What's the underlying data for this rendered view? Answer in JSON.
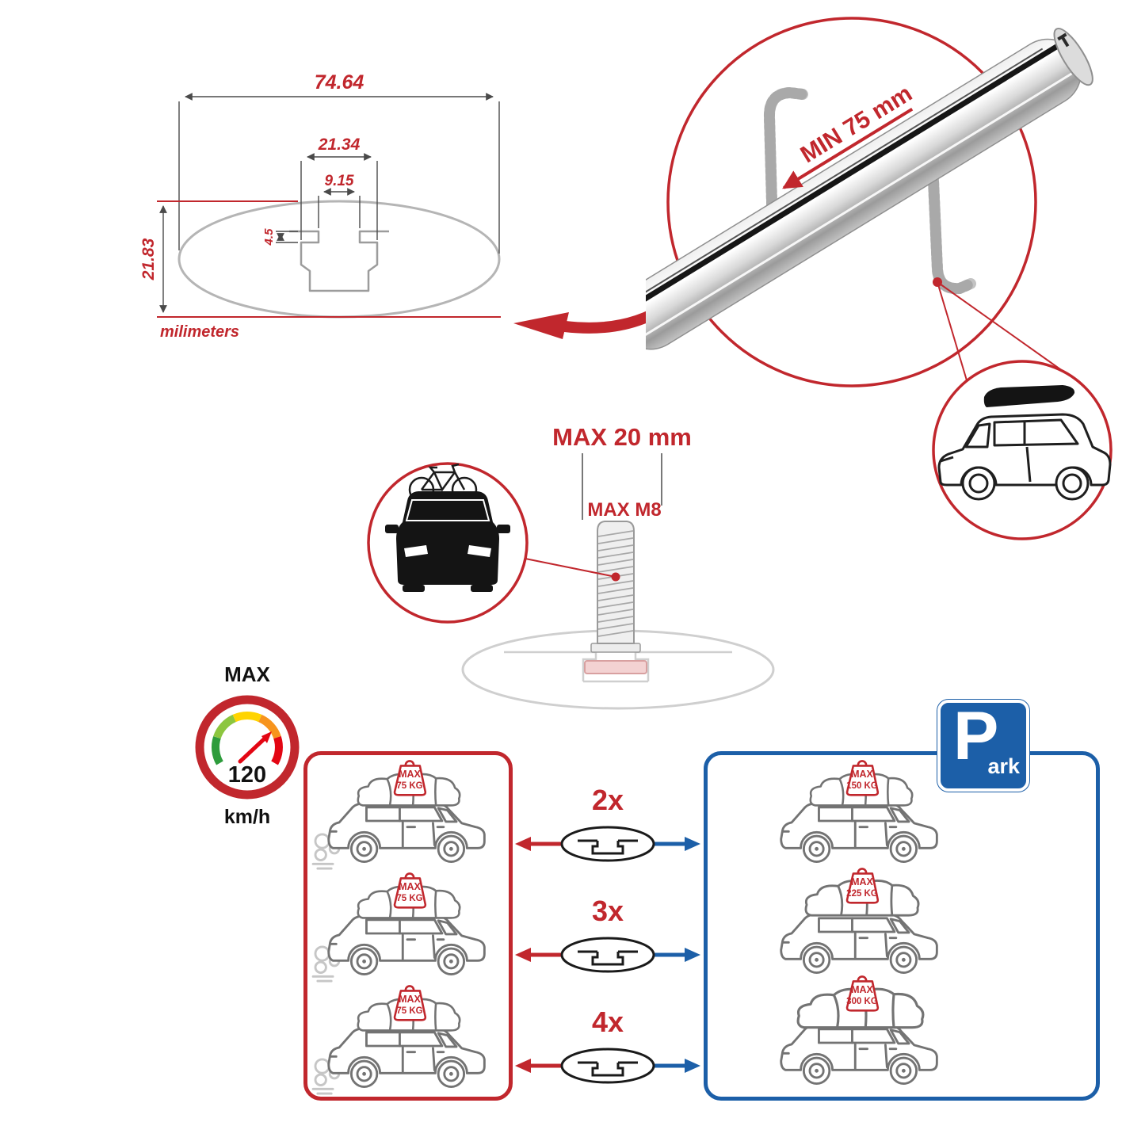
{
  "colors": {
    "red": "#c1272d",
    "blue": "#1c5fa8"
  },
  "cross_section": {
    "total_width": "74.64",
    "channel_width": "21.34",
    "slot_width": "9.15",
    "lip_height": "4.5",
    "total_height": "21.83",
    "units_label": "milimeters"
  },
  "clamp_detail": {
    "min_label": "MIN 75 mm"
  },
  "bolt_detail": {
    "length_label": "MAX 20 mm",
    "thread_label": "MAX M8"
  },
  "speed_gauge": {
    "title": "MAX",
    "value": "120",
    "units": "km/h"
  },
  "park_sign": {
    "big_letter": "P",
    "small_letters": "ark"
  },
  "driving_panel": {
    "cars": [
      {
        "tag_title": "MAX",
        "tag_value": "75 KG"
      },
      {
        "tag_title": "MAX",
        "tag_value": "75 KG"
      },
      {
        "tag_title": "MAX",
        "tag_value": "75 KG"
      }
    ]
  },
  "parked_panel": {
    "cars": [
      {
        "tag_title": "MAX",
        "tag_value": "150 KG"
      },
      {
        "tag_title": "MAX",
        "tag_value": "225 KG"
      },
      {
        "tag_title": "MAX",
        "tag_value": "300 KG"
      }
    ]
  },
  "bar_counts": [
    "2x",
    "3x",
    "4x"
  ]
}
